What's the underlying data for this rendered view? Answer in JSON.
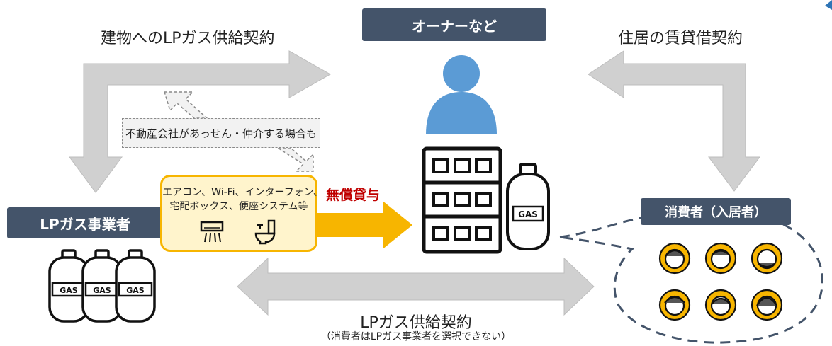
{
  "owner_label": "オーナーなど",
  "lp_business_label": "LPガス事業者",
  "consumer_label": "消費者（入居者）",
  "building_supply_contract": "建物へのLPガス供給契約",
  "rental_contract": "住居の賃貸借契約",
  "real_estate_note": "不動産会社があっせん・仲介する場合も",
  "equipment": {
    "line1": "エアコン、Wi-Fi、インターフォン、",
    "line2": "宅配ボックス、便座システム等"
  },
  "free_loan": "無償貸与",
  "lp_supply_contract": {
    "main": "LPガス供給契約",
    "sub": "（消費者はLPガス事業者を選択できない）"
  },
  "gas_label": "GAS",
  "colors": {
    "label_bg": "#44546A",
    "arrow_gray": "#D0D0D0",
    "accent_yellow": "#F7B500",
    "box_yellow": "#FFF4CC",
    "person_blue": "#5B9BD5",
    "free_red": "#C00000"
  }
}
